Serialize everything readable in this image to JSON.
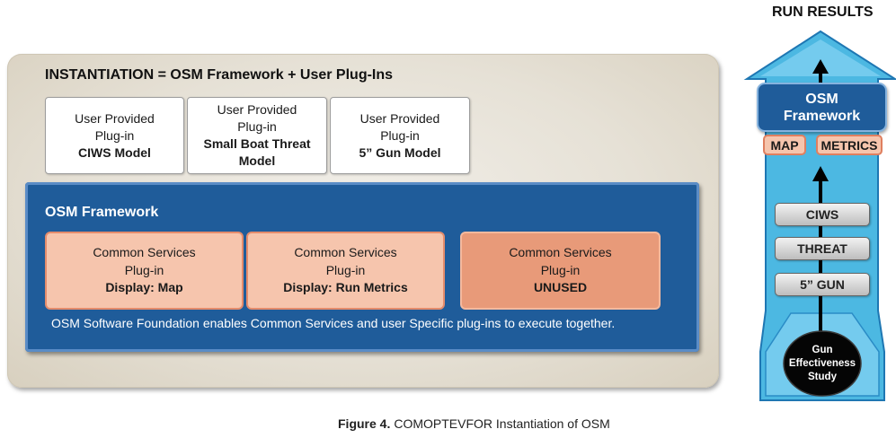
{
  "instantiation": {
    "title": "INSTANTIATION = OSM Framework + User Plug-Ins",
    "user_plugins": [
      {
        "lines": [
          "User Provided",
          "Plug-in"
        ],
        "name": [
          "CIWS Model"
        ]
      },
      {
        "lines": [
          "User Provided",
          "Plug-in"
        ],
        "name": [
          "Small Boat Threat",
          "Model"
        ]
      },
      {
        "lines": [
          "User Provided",
          "Plug-in"
        ],
        "name": [
          "5” Gun Model"
        ]
      }
    ],
    "framework": {
      "title": "OSM Framework",
      "common_services": [
        {
          "lines": [
            "Common Services",
            "Plug-in"
          ],
          "name": "Display: Map"
        },
        {
          "lines": [
            "Common Services",
            "Plug-in"
          ],
          "name": "Display: Run Metrics"
        },
        {
          "lines": [
            "Common Services",
            "Plug-in"
          ],
          "name": "UNUSED"
        }
      ],
      "footer": "OSM Software Foundation enables Common Services and user Specific plug-ins to execute together."
    }
  },
  "run_results": {
    "title": "RUN RESULTS",
    "framework": [
      "OSM",
      "Framework"
    ],
    "common_services": [
      "MAP",
      "METRICS"
    ],
    "user_plugins": [
      "CIWS",
      "THREAT",
      "5” GUN"
    ],
    "study": [
      "Gun",
      "Effectiveness",
      "Study"
    ]
  },
  "caption": {
    "label": "Figure 4.",
    "text": "COMOPTEVFOR Instantiation of OSM"
  },
  "colors": {
    "framework_blue": "#1f5c9a",
    "plugin_salmon": "#f6c5ad",
    "unused_salmon": "#e89a79",
    "panel_beige": "#d8d0bf",
    "arrow_blue": "#4cb8e2",
    "arrow_highlight": "#74cbee",
    "arrow_outline": "#1e77b3"
  }
}
